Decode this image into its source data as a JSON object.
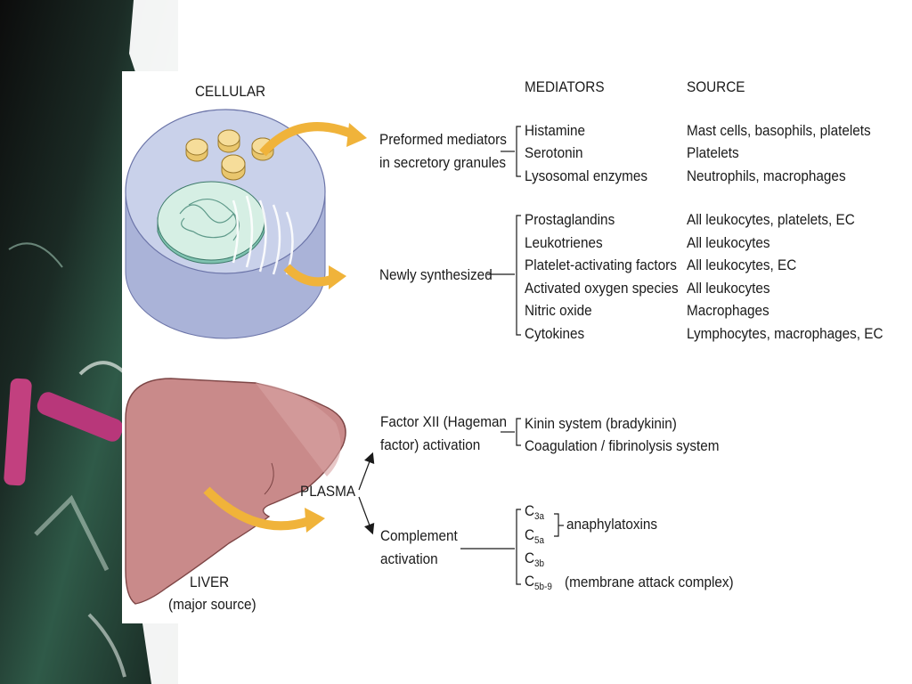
{
  "headers": {
    "cellular": "CELLULAR",
    "mediators": "MEDIATORS",
    "source": "SOURCE"
  },
  "groups": {
    "preformed": {
      "label_line1": "Preformed mediators",
      "label_line2": "in secretory granules",
      "items": [
        {
          "mediator": "Histamine",
          "source": "Mast cells, basophils, platelets"
        },
        {
          "mediator": "Serotonin",
          "source": "Platelets"
        },
        {
          "mediator": "Lysosomal enzymes",
          "source": "Neutrophils, macrophages"
        }
      ]
    },
    "newly": {
      "label": "Newly synthesized",
      "items": [
        {
          "mediator": "Prostaglandins",
          "source": "All leukocytes, platelets, EC"
        },
        {
          "mediator": "Leukotrienes",
          "source": "All leukocytes"
        },
        {
          "mediator": "Platelet-activating factors",
          "source": "All leukocytes, EC"
        },
        {
          "mediator": "Activated oxygen species",
          "source": "All leukocytes"
        },
        {
          "mediator": "Nitric oxide",
          "source": "Macrophages"
        },
        {
          "mediator": "Cytokines",
          "source": "Lymphocytes, macrophages, EC"
        }
      ]
    }
  },
  "plasma": {
    "label": "PLASMA",
    "factor12": {
      "label_line1": "Factor XII (Hageman",
      "label_line2": "factor) activation",
      "items": [
        "Kinin system (bradykinin)",
        "Coagulation / fibrinolysis system"
      ]
    },
    "complement": {
      "label_line1": "Complement",
      "label_line2": "activation",
      "c3a_main": "C",
      "c3a_sub": "3a",
      "c5a_main": "C",
      "c5a_sub": "5a",
      "c3b_main": "C",
      "c3b_sub": "3b",
      "c5b9_main": "C",
      "c5b9_sub": "5b-9",
      "anaphylatoxins": "anaphylatoxins",
      "mac": "(membrane attack complex)"
    }
  },
  "liver": {
    "label_line1": "LIVER",
    "label_line2": "(major source)"
  },
  "colors": {
    "arrow": "#f0b33a",
    "cell_body": "#c9d1ea",
    "cell_side": "#aab3d8",
    "nucleus": "#cfe8dc",
    "granule": "#f6dd9a",
    "liver": "#c98a8a",
    "chalkboard": "#1f3a30",
    "chalk_pink": "#c2407f"
  }
}
